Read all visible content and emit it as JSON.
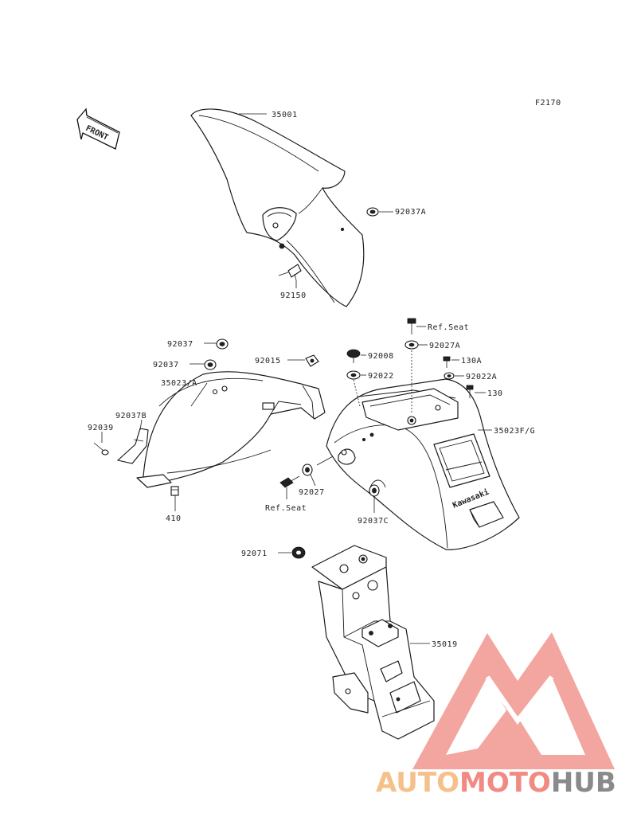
{
  "figure_code": "F2170",
  "front_label": "FRONT",
  "brand_text": "Kawasaki",
  "callouts": {
    "p35001": "35001",
    "p92037A": "92037A",
    "p92150": "92150",
    "p92037_1": "92037",
    "p92037_2": "92037",
    "p92015": "92015",
    "p35023A": "35023/A",
    "p92037B": "92037B",
    "p92039": "92039",
    "p410": "410",
    "p92027": "92027",
    "p_ref_seat_bottom": "Ref.Seat",
    "p92037C": "92037C",
    "p_ref_seat_top": "Ref.Seat",
    "p92027A": "92027A",
    "p92008": "92008",
    "p130A": "130A",
    "p92022": "92022",
    "p92022A": "92022A",
    "p130": "130",
    "p35023FG": "35023F/G",
    "p92071": "92071",
    "p35019": "35019"
  },
  "watermark": {
    "text_part1": "AUTO",
    "text_part2": "MOTO",
    "text_part3": "HUB",
    "colors": {
      "auto": "#f6c08a",
      "moto": "#f08a82",
      "hub": "#8a8a8a",
      "logo": "#f08a82"
    }
  }
}
